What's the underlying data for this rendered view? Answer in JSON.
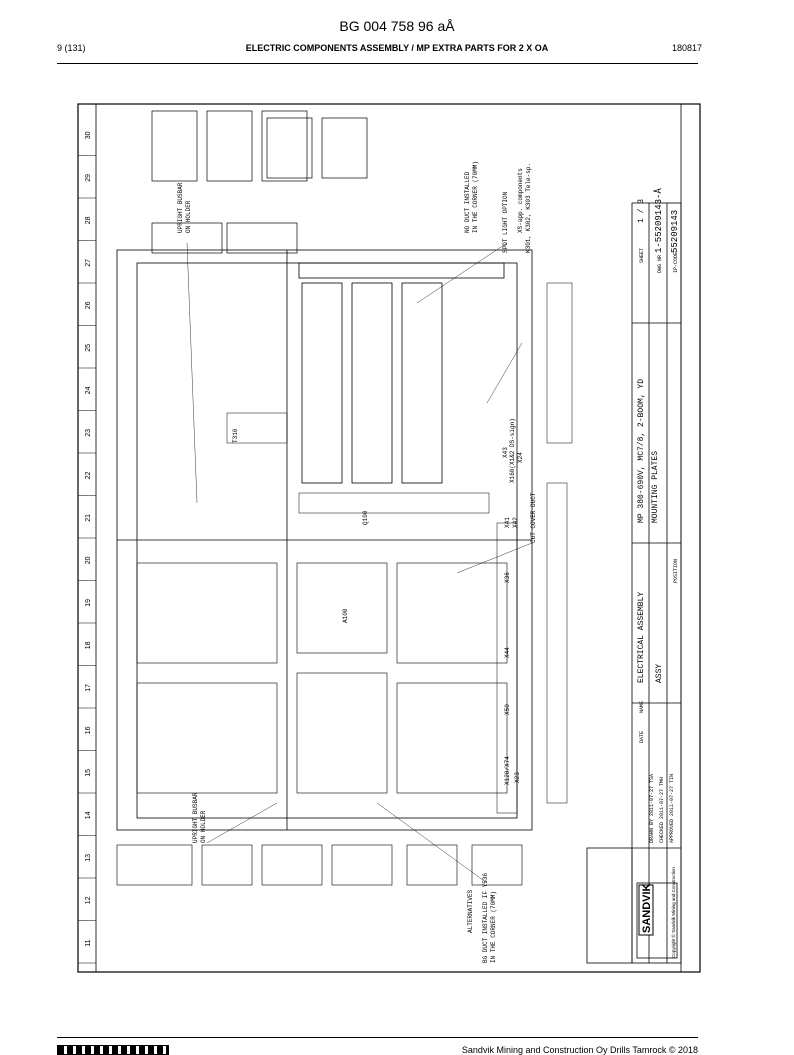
{
  "document": {
    "doc_id": "BG 004 758 96 aÅ",
    "page": "9 (131)",
    "section_title": "ELECTRIC COMPONENTS ASSEMBLY / MP EXTRA PARTS FOR 2 X OA",
    "date": "180817",
    "footer": "Sandvik Mining and Construction Oy Drills Tamrock © 2018"
  },
  "drawing": {
    "grid_numbers": [
      "11",
      "12",
      "13",
      "14",
      "15",
      "16",
      "17",
      "18",
      "19",
      "20",
      "21",
      "22",
      "23",
      "24",
      "25",
      "26",
      "27",
      "28",
      "29",
      "30"
    ],
    "title_block": {
      "sheet_label": "SHEET",
      "sheet_value": "1 / 3",
      "dwg_label": "DWG NR",
      "dwg_value": "1-55209143-Å",
      "ipcode_label": "IP-CODE",
      "ipcode_value": "55209143",
      "title_line1": "MP 380-690V, MC7/8, 2-BOOM, YD",
      "title_line2": "MOUNTING PLATES",
      "category": "ELECTRICAL ASSEMBLY",
      "type": "ASSY",
      "position_label": "POSITION",
      "date_col": "DATE",
      "name_col": "NAME",
      "drawn": "DRAWN BY 2011-07-27  TSA",
      "checked": "CHECKED 2011-07-27  TMH",
      "approved": "APPROVED 2011-07-27  TIN",
      "company": "SANDVIK",
      "copyright": "Copyright © Sandvik Mining and Construction"
    },
    "labels": {
      "upright_busbar_top": "UPRIGHT BUSBAR",
      "on_holder_top": "ON HOLDER",
      "upright_busbar_bottom": "UPRIGHT BUSBAR",
      "on_holder_bottom": "ON HOLDER",
      "no_duct": "NO DUCT INSTALLED",
      "in_corner": "IN THE CORNER (70MM)",
      "spot_light": "SPOT LIGHT OPTION",
      "cut_cover": "CUT COVER DUCT",
      "alternatives": "ALTERNATIVES",
      "bg_duct": "BG DUCT INSTALLED IF Y536",
      "bg_corner": "IN THE CORNER (70MM)",
      "xs_components": "XS-app. components",
      "k301": "K301, K302, K303 Tele-sp.",
      "x160": "X160(X1&2 DS-sign)",
      "x24": "X24",
      "x43": "X43",
      "x41": "X41",
      "x42": "X42",
      "x36": "X36",
      "x44": "X44",
      "x50": "X50",
      "x23": "X23",
      "x120": "X120/X74",
      "q100": "Q100",
      "t310": "T310",
      "a100": "A100"
    }
  }
}
